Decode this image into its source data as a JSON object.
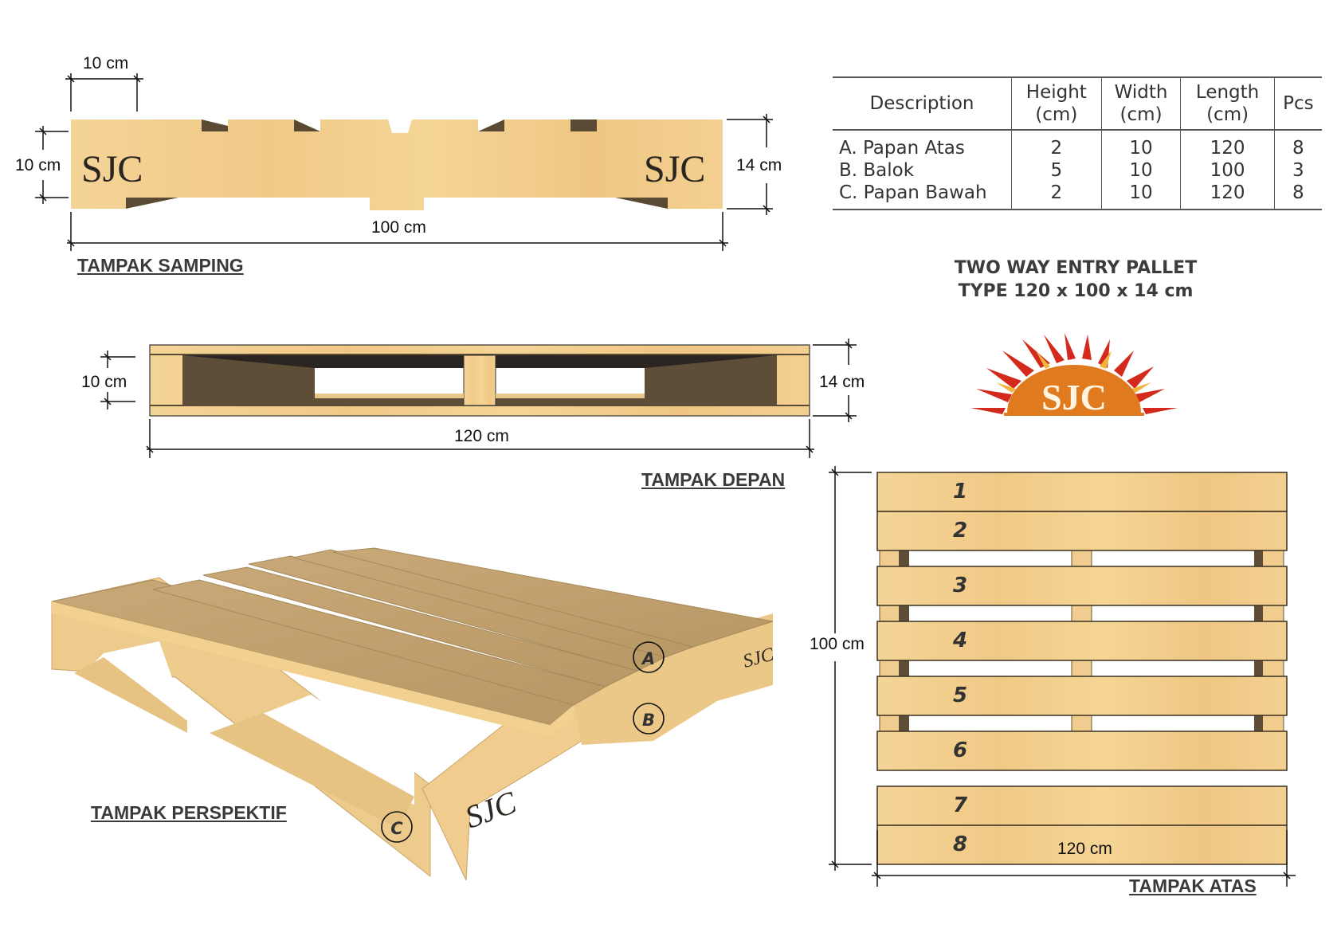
{
  "title": {
    "line1": "TWO WAY ENTRY PALLET",
    "line2": "TYPE 120 x 100 x  14 cm"
  },
  "brand": {
    "logo_text": "SJC",
    "logo_color": "#e07a1f",
    "flame_color": "#d42a1e"
  },
  "colors": {
    "wood": "#f2cf8c",
    "wood_shadow": "#5e4e38",
    "line": "#111111"
  },
  "spec_table": {
    "headers": [
      "Description",
      "Height (cm)",
      "Width (cm)",
      "Length (cm)",
      "Pcs"
    ],
    "header_lines": [
      [
        "Description"
      ],
      [
        "Height",
        "(cm)"
      ],
      [
        "Width",
        "(cm)"
      ],
      [
        "Length",
        "(cm)"
      ],
      [
        "Pcs"
      ]
    ],
    "rows": [
      {
        "description": "A. Papan Atas",
        "height": "2",
        "width": "10",
        "length": "120",
        "pcs": "8"
      },
      {
        "description": "B. Balok",
        "height": "5",
        "width": "10",
        "length": "100",
        "pcs": "3"
      },
      {
        "description": "C. Papan Bawah",
        "height": "2",
        "width": "10",
        "length": "120",
        "pcs": "8"
      }
    ]
  },
  "views": {
    "side": {
      "label": "TAMPAK SAMPING",
      "dims": {
        "block_width": "10 cm",
        "block_height": "10 cm",
        "total_height": "14 cm",
        "total_length": "100 cm"
      },
      "logo_text": "SJC"
    },
    "front": {
      "label": "TAMPAK DEPAN",
      "dims": {
        "block_height": "10 cm",
        "total_height": "14 cm",
        "total_length": "120 cm"
      }
    },
    "perspective": {
      "label": "TAMPAK PERSPEKTIF",
      "callouts": [
        "A",
        "B",
        "C"
      ],
      "logo_text": "SJC"
    },
    "top": {
      "label": "TAMPAK ATAS",
      "dims": {
        "width": "100 cm",
        "length": "120 cm"
      },
      "boards": [
        "1",
        "2",
        "3",
        "4",
        "5",
        "6",
        "7",
        "8"
      ]
    }
  }
}
